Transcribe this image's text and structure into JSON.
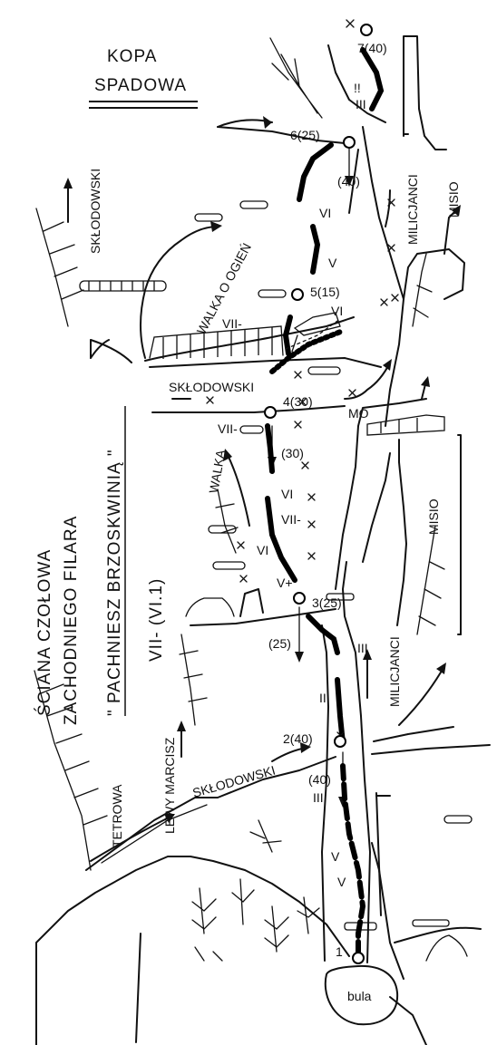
{
  "title": {
    "line1": "ŚCIANA CZOŁOWA",
    "line2": "ZACHODNIEGO FILARA",
    "route_name": "\" PACHNIESZ BRZOSKWINIĄ \"",
    "grade": "VII- (VI.1)"
  },
  "places": {
    "summit": "KOPA SPADOWA",
    "base": "bula"
  },
  "neighbour_routes": {
    "sklodowski_top": "SKŁODOWSKI",
    "sklodowski_mid": "SKŁODOWSKI",
    "sklodowski_low": "SKŁODOWSKI",
    "walka_o_ogien": "WALKA O OGIEŃ",
    "walka": "WALKA",
    "milicjanci_top": "MILICJANCI",
    "milicjanci_low": "MILICJANCI",
    "misio_top": "MISIO",
    "misio_mid": "MISIO",
    "mo": "MO",
    "lewy_marcisz": "LEWY MARCISZ",
    "tetrowa": "TETROWA"
  },
  "belays": [
    {
      "label": "1"
    },
    {
      "label": "2(40)"
    },
    {
      "label": "3(25)"
    },
    {
      "label": "4(30)"
    },
    {
      "label": "5(15)"
    },
    {
      "label": "6(25)"
    },
    {
      "label": "7(40)"
    }
  ],
  "rappel_lengths": [
    "(40)",
    "(25)",
    "(30)",
    "(40)"
  ],
  "grades": {
    "p1a": "V",
    "p1b": "V",
    "p2a": "III",
    "p2b": "II",
    "p3": "III",
    "p4a": "V+",
    "p4b": "VI",
    "p4c": "VII-",
    "p4d": "VI",
    "p5a": "VII-",
    "p5b": "VII-",
    "p6a": "VI",
    "p6b": "V",
    "p6c": "VI",
    "p7a": "!!",
    "p7b": "III"
  }
}
